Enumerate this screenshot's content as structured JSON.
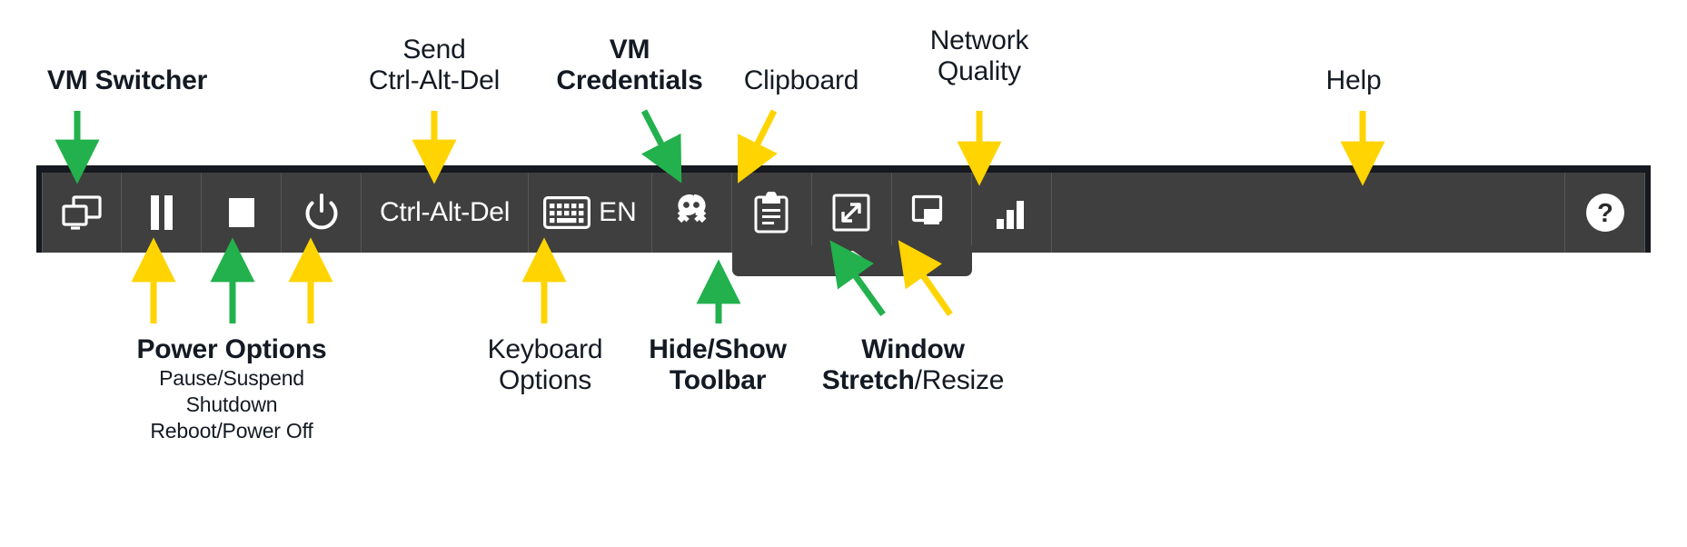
{
  "diagram": {
    "title_context": "Virtual machine console toolbar annotated reference",
    "colors": {
      "green_arrow": "#22b14c",
      "yellow_arrow": "#ffd400",
      "toolbar_background": "#3f3f3f",
      "toolbar_frame": "#16191f",
      "text": "#141a23",
      "icon": "#ffffff",
      "divider": "#565656"
    }
  },
  "callouts": {
    "top": [
      {
        "name": "vm-switcher",
        "lines": [
          "VM Switcher"
        ],
        "bold": true,
        "arrow": "green"
      },
      {
        "name": "send-cad",
        "lines": [
          "Send",
          "Ctrl-Alt-Del"
        ],
        "bold": false,
        "arrow": "yellow"
      },
      {
        "name": "vm-credentials",
        "lines": [
          "VM",
          "Credentials"
        ],
        "bold": true,
        "arrow": "green"
      },
      {
        "name": "clipboard",
        "lines": [
          "Clipboard"
        ],
        "bold": false,
        "arrow": "yellow"
      },
      {
        "name": "network-quality",
        "lines": [
          "Network",
          "Quality"
        ],
        "bold": false,
        "arrow": "yellow"
      },
      {
        "name": "help",
        "lines": [
          "Help"
        ],
        "bold": false,
        "arrow": "yellow"
      }
    ],
    "bottom": [
      {
        "name": "power-options",
        "heading": "Power Options",
        "bold": true,
        "sublines": [
          "Pause/Suspend",
          "Shutdown",
          "Reboot/Power Off"
        ],
        "arrows": [
          "yellow",
          "green",
          "yellow"
        ]
      },
      {
        "name": "keyboard-options",
        "lines": [
          "Keyboard",
          "Options"
        ],
        "bold": false,
        "arrows": [
          "yellow"
        ]
      },
      {
        "name": "hide-show-toolbar",
        "lines": [
          "Hide/Show",
          "Toolbar"
        ],
        "bold": true,
        "arrows": [
          "green"
        ]
      },
      {
        "name": "window-stretch-resize",
        "line1": "Window",
        "line2_bold": "Stretch",
        "line2_rest": "/Resize",
        "arrows": [
          "green",
          "yellow"
        ]
      }
    ]
  },
  "toolbar": {
    "buttons": [
      {
        "name": "vm-switcher-button",
        "icon": "windows-switch-icon",
        "label": ""
      },
      {
        "name": "pause-button",
        "icon": "pause-icon",
        "label": ""
      },
      {
        "name": "stop-button",
        "icon": "stop-square-icon",
        "label": ""
      },
      {
        "name": "power-button",
        "icon": "power-icon",
        "label": ""
      },
      {
        "name": "ctrl-alt-del-button",
        "icon": "text-icon",
        "label": "Ctrl-Alt-Del"
      },
      {
        "name": "keyboard-button",
        "icon": "keyboard-icon",
        "label": "EN"
      },
      {
        "name": "vm-credentials-button",
        "icon": "keys-icon",
        "label": ""
      },
      {
        "name": "clipboard-button",
        "icon": "clipboard-icon",
        "label": ""
      },
      {
        "name": "window-stretch-button",
        "icon": "stretch-arrow-icon",
        "label": ""
      },
      {
        "name": "window-resize-button",
        "icon": "window-resize-icon",
        "label": ""
      },
      {
        "name": "network-quality-button",
        "icon": "signal-bars-icon",
        "label": ""
      }
    ],
    "help_button": {
      "name": "help-button",
      "icon": "question-circle-icon",
      "label": "?"
    },
    "tab": {
      "name": "hide-show-toolbar-tab",
      "icon": "chevron-up-icon"
    }
  }
}
